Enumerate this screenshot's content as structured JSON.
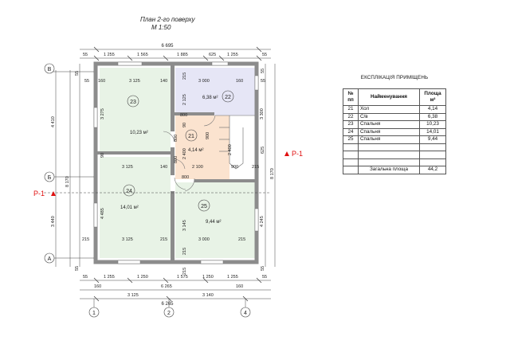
{
  "header": {
    "title": "План 2-го поверху",
    "scale": "М 1:50"
  },
  "dims": {
    "top_overall": "6 695",
    "top_segments": [
      "55",
      "1 255",
      "1 565",
      "1 885",
      "625",
      "1 255",
      "55"
    ],
    "inner_top_left": [
      "55",
      "160",
      "3 125",
      "140"
    ],
    "inner_top_right": [
      "215",
      "3 000",
      "160",
      "55"
    ],
    "bottom_segments": [
      "55",
      "1 255",
      "1 250",
      "1 575",
      "1 250",
      "1 255",
      "55"
    ],
    "bottom_row2": [
      "160",
      "6 265",
      "160"
    ],
    "bottom_row3": [
      "3 125",
      "3 140"
    ],
    "bottom_overall": "6 265",
    "left_outer": [
      "4 410",
      "8 170",
      "3 440"
    ],
    "left_inner": [
      "55",
      "3 275",
      "4 485",
      "55"
    ],
    "right_outer": [
      "3 300",
      "8 170",
      "4 245"
    ],
    "right_inner": [
      "55",
      "625",
      "55"
    ],
    "mid_row": [
      "3 125",
      "140",
      "2 100",
      "900",
      "215"
    ],
    "bottom_room_row": [
      "215",
      "3 125",
      "215",
      "3 000",
      "215"
    ],
    "room_left_top": [
      "160",
      "3 125",
      "140"
    ],
    "wall_vals": [
      "215",
      "2 125",
      "90",
      "800",
      "800",
      "2 400",
      "2 400",
      "800",
      "800",
      "215",
      "3 145",
      "900",
      "90",
      "215"
    ]
  },
  "axes": {
    "rows": [
      "В",
      "Б",
      "А"
    ],
    "cols": [
      "1",
      "2",
      "4"
    ]
  },
  "section": {
    "label": "Р-1"
  },
  "rooms": [
    {
      "id": "23",
      "area": "10,23 м²"
    },
    {
      "id": "22",
      "area": "6,38 м²"
    },
    {
      "id": "21",
      "area": "4,14 м²"
    },
    {
      "id": "24",
      "area": "14,01 м²"
    },
    {
      "id": "25",
      "area": "9,44 м²"
    }
  ],
  "table": {
    "title": "ЕКСПЛІКАЦІЯ ПРИМІЩЕНЬ",
    "headers": [
      "№ пп",
      "Найменування",
      "Площа м²"
    ],
    "rows": [
      [
        "21",
        "Хол",
        "4,14"
      ],
      [
        "22",
        "С/в",
        "6,38"
      ],
      [
        "23",
        "Спальня",
        "10,23"
      ],
      [
        "24",
        "Спальня",
        "14,01"
      ],
      [
        "25",
        "Спальня",
        "9,44"
      ],
      [
        "",
        "",
        ""
      ],
      [
        "",
        "",
        ""
      ],
      [
        "",
        "",
        ""
      ]
    ],
    "total_label": "Загальна площа",
    "total_value": "44,2"
  },
  "colors": {
    "green_fill": "#e8f3e6",
    "blue_fill": "#e6e6f6",
    "peach_fill": "#fbe3cf",
    "wall": "#8c8c8c",
    "section_marker": "#e01010"
  }
}
